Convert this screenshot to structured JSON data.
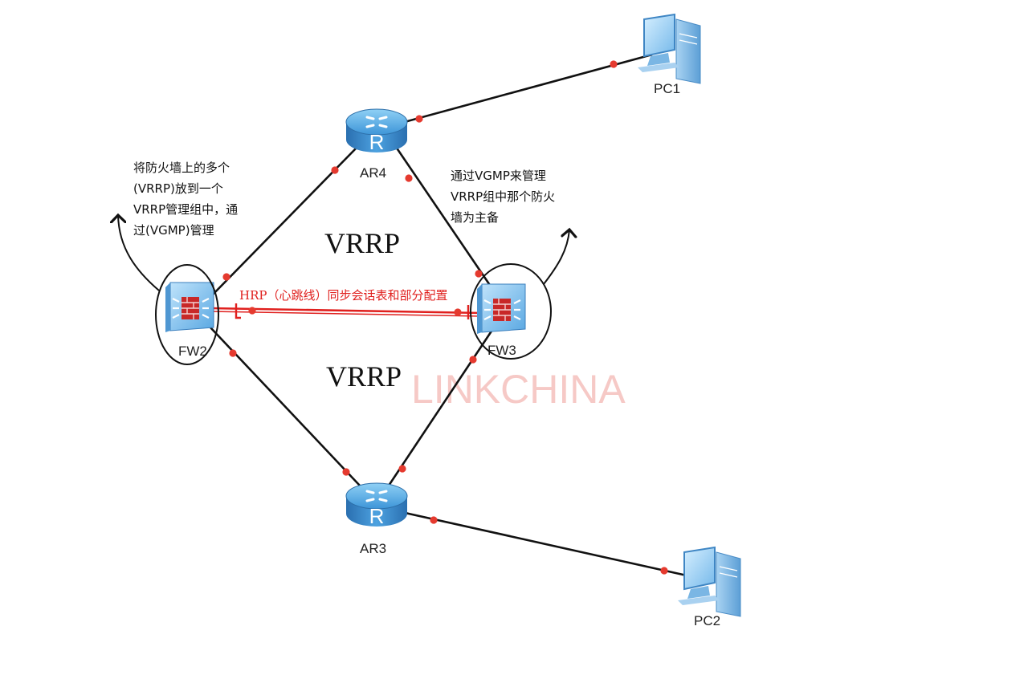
{
  "nodes": {
    "ar4": "AR4",
    "ar3": "AR3",
    "fw2": "FW2",
    "fw3": "FW3",
    "pc1": "PC1",
    "pc2": "PC2"
  },
  "labels": {
    "vrrp_upper": "VRRP",
    "vrrp_lower": "VRRP",
    "hrp_link": "HRP（心跳线）同步会话表和部分配置",
    "watermark": "LINKCHINA"
  },
  "notes": {
    "left": [
      "将防火墙上的多个",
      "(VRRP)放到一个",
      "VRRP管理组中，通",
      "过(VGMP)管理"
    ],
    "right": [
      "通过VGMP来管理",
      "VRRP组中那个防火",
      "墙为主备"
    ]
  },
  "colors": {
    "link": "#111111",
    "port": "#e53a2f",
    "hrp": "#e0201e",
    "device_blue": "#3a87c8",
    "watermark": "#f3b8b4"
  }
}
